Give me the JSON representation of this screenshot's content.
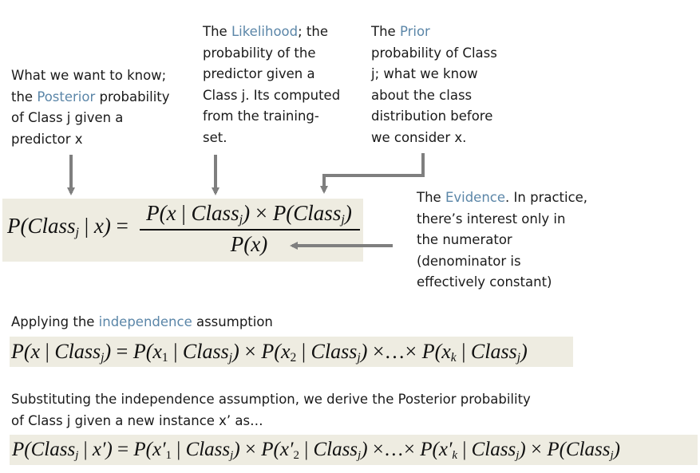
{
  "annotations": {
    "posterior": {
      "lines": [
        [
          "What we want to know;"
        ],
        [
          "the ",
          {
            "hl": "Posterior"
          },
          " probability"
        ],
        [
          "of Class j given a"
        ],
        [
          "predictor x"
        ]
      ]
    },
    "likelihood": {
      "lines": [
        [
          "The ",
          {
            "hl": "Likelihood"
          },
          "; the"
        ],
        [
          "probability of the"
        ],
        [
          "predictor given a"
        ],
        [
          "Class j. Its computed"
        ],
        [
          "from the training-"
        ],
        [
          "set."
        ]
      ]
    },
    "prior": {
      "lines": [
        [
          "The ",
          {
            "hl": "Prior"
          }
        ],
        [
          "probability of Class"
        ],
        [
          "j; what we know"
        ],
        [
          "about  the class"
        ],
        [
          "distribution before"
        ],
        [
          "we consider x."
        ]
      ]
    },
    "evidence": {
      "lines": [
        [
          "The ",
          {
            "hl": "Evidence"
          },
          ".  In practice,"
        ],
        [
          "there’s interest only in"
        ],
        [
          "the numerator"
        ],
        [
          "(denominator is"
        ],
        [
          "effectively constant)"
        ]
      ]
    },
    "applying": {
      "lines": [
        [
          "Applying the ",
          {
            "hl": "independence"
          },
          " assumption"
        ]
      ]
    },
    "substituting": {
      "lines": [
        [
          "Substituting the independence assumption, we derive the Posterior probability"
        ],
        [
          "of Class j given a new instance x’ as…"
        ]
      ]
    }
  },
  "equations": {
    "bayes_lhs": "P(Classj | x) =",
    "bayes_numerator": "P(x | Classj) × P(Classj)",
    "bayes_denominator": "P(x)",
    "independence": "P(x | Classj) = P(x1 | Classj) × P(x2 | Classj) × … × P(xk | Classj)",
    "posterior_new": "P(Classj | x′) = P(x′1 | Classj) × P(x′2 | Classj) × … × P(x′k | Classj) × P(Classj)"
  },
  "colors": {
    "highlight": "#5b86a8",
    "equation_background": "#eeece1",
    "arrow": "#7f7f7f",
    "text": "#1a1a1a"
  }
}
